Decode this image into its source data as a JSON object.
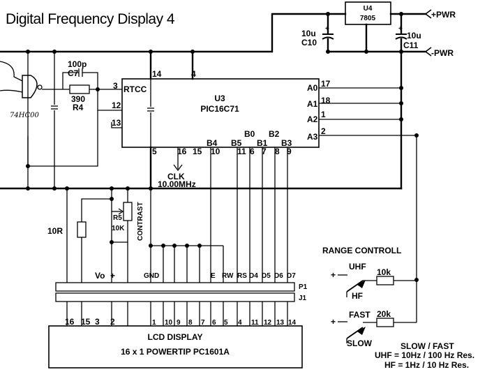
{
  "title": "Digital Frequency Display 4",
  "power": {
    "pos": "+PWR",
    "neg": "-PWR"
  },
  "regulator": {
    "ref": "U4",
    "part": "7805"
  },
  "caps": {
    "c10": {
      "value": "10u",
      "ref": "C10"
    },
    "c11": {
      "value": "10u",
      "ref": "C11"
    },
    "c7": {
      "value": "100p",
      "ref": "C7"
    }
  },
  "resistors": {
    "r4": {
      "value": "390",
      "ref": "R4"
    },
    "r5": {
      "ref": "R5",
      "value": "10K",
      "label": "CONTRAST"
    },
    "r10": {
      "value": "10R"
    },
    "r_uhf": {
      "value": "10k"
    },
    "r_fast": {
      "value": "20k"
    }
  },
  "gate_label": "74HC00",
  "mcu": {
    "ref": "U3",
    "part": "PIC16C71",
    "rtcc": "RTCC",
    "pins": {
      "p3": "3",
      "p14": "14",
      "p4": "4",
      "p12": "12",
      "p13": "13",
      "p5": "5",
      "p16": "16",
      "p15": "15",
      "p10": "10",
      "p11": "11",
      "p6": "6",
      "p7": "7",
      "p8": "8",
      "p9": "9",
      "p17": "17",
      "p18": "18",
      "p1": "1",
      "p2": "2"
    },
    "ports": {
      "a0": "A0",
      "a1": "A1",
      "a2": "A2",
      "a3": "A3",
      "b0": "B0",
      "b1": "B1",
      "b2": "B2",
      "b3": "B3",
      "b4": "B4",
      "b5": "B5"
    }
  },
  "clock": {
    "label": "CLK",
    "freq": "10.00MHz"
  },
  "lcd": {
    "title": "LCD DISPLAY",
    "model": "16 x 1 POWERTIP PC1601A",
    "signals": {
      "vo": "Vo",
      "plus": "+",
      "gnd": "GND",
      "e": "E",
      "rw": "RW",
      "rs": "RS",
      "d4": "D4",
      "d5": "D5",
      "d6": "D6",
      "d7": "D7"
    },
    "connectors": {
      "p1": "P1",
      "j1": "J1"
    },
    "pins": [
      "16",
      "15",
      "3",
      "2",
      "1",
      "10",
      "9",
      "8",
      "7",
      "6",
      "5",
      "4",
      "11",
      "12",
      "13",
      "14"
    ]
  },
  "range": {
    "title": "RANGE CONTROLL",
    "uhf": "UHF",
    "hf": "HF",
    "fast": "FAST",
    "slow": "SLOW",
    "plus1": "+",
    "plus2": "+",
    "legend_title": "SLOW / FAST",
    "legend_uhf": "UHF = 10Hz / 100 Hz Res.",
    "legend_hf": "HF = 1Hz / 10 Hz Res."
  }
}
